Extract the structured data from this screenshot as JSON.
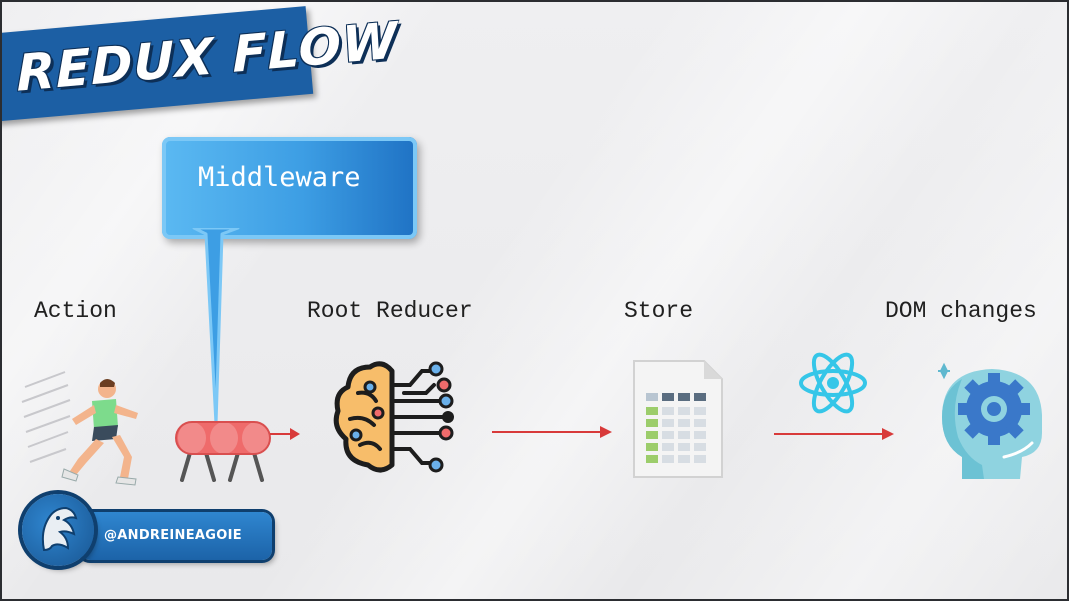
{
  "title": "REDUX FLOW",
  "middleware_label": "Middleware",
  "flow_steps": [
    {
      "label": "Action"
    },
    {
      "label": "Root Reducer"
    },
    {
      "label": "Store"
    },
    {
      "label": "DOM changes"
    }
  ],
  "author_handle": "@ANDREINEAGOIE",
  "icons": [
    "runner-icon",
    "hurdle-icon",
    "brain-circuit-icon",
    "spreadsheet-icon",
    "react-atom-icon",
    "head-gear-icon",
    "bird-avatar-icon"
  ],
  "colors": {
    "banner": "#1c5fa4",
    "callout": "#3d9ee4",
    "arrow": "#d83a3a"
  }
}
